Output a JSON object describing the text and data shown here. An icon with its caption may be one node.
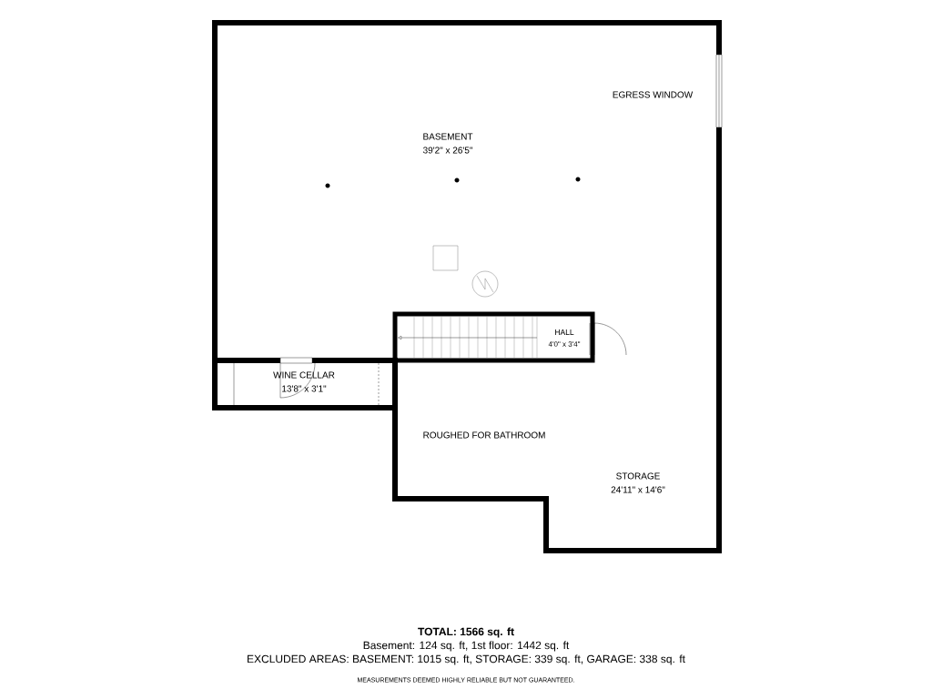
{
  "diagram": {
    "labels": [
      "EGRESS WINDOW",
      "BASEMENT",
      "39'2\" x 26'5\"",
      "HALL",
      "4'0\" x 3'4\"",
      "WINE CELLAR",
      "13'8\" x 3'1\"",
      "ROUGHED FOR BATHROOM",
      "STORAGE",
      "24'11\" x 14'6\"",
      "TOTAL: 1566 sq. ft",
      "Basement: 124 sq. ft, 1st floor: 1442 sq. ft",
      "EXCLUDED AREAS: BASEMENT: 1015 sq. ft, STORAGE: 339 sq. ft, GARAGE: 338 sq. ft",
      "MEASUREMENTS DEEMED HIGHLY RELIABLE BUT NOT GUARANTEED."
    ]
  }
}
